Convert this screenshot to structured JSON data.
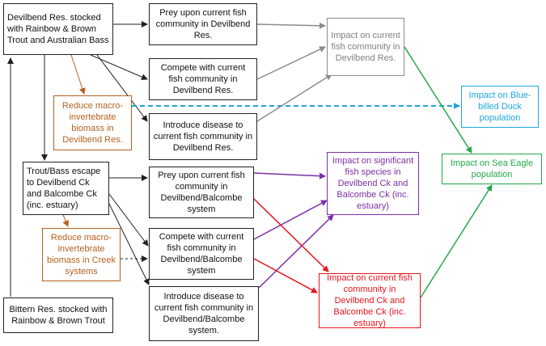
{
  "nodes": {
    "devilbend_stocked": "Devilbend Res. stocked with Rainbow & Brown Trout and Australian Bass",
    "prey_devilbend": "Prey upon current fish community in Devilbend Res.",
    "compete_devilbend": "Compete with current fish community in Devilbend Res.",
    "disease_devilbend": "Introduce disease to current fish community in Devilbend Res.",
    "impact_devilbend": "Impact on current fish community in Devilbend Res.",
    "macro_devilbend": "Reduce macro-invertebrate biomass in Devilbend Res.",
    "blue_billed_duck": "Impact on Blue-billed Duck population",
    "sea_eagle": "Impact on Sea Eagle population",
    "escape": "Trout/Bass escape to Devilbend Ck and Balcombe Ck (inc. estuary)",
    "prey_system": "Prey upon current fish community in Devilbend/Balcombe system",
    "significant_species": "Impact on significant fish species in Devilbend Ck and Balcombe Ck (inc. estuary)",
    "macro_creek": "Reduce macro-invertebrate biomass in Creek systems",
    "compete_system": "Compete with current fish community in Devilbend/Balcombe system",
    "disease_system": "Introduce disease to current fish community in Devilbend/Balcombe system.",
    "impact_creek": "Impact on current fish community in Devilbend Ck and Balcombe Ck (inc. estuary)",
    "bittern_stocked": "Bittern Res. stocked with Rainbow & Brown Trout"
  },
  "colors": {
    "black": "#222222",
    "grey": "#8c8c8c",
    "brown": "#b8601e",
    "cyan": "#1ea6dc",
    "green": "#22a84b",
    "purple": "#7c2fa8",
    "red": "#e8141c"
  }
}
